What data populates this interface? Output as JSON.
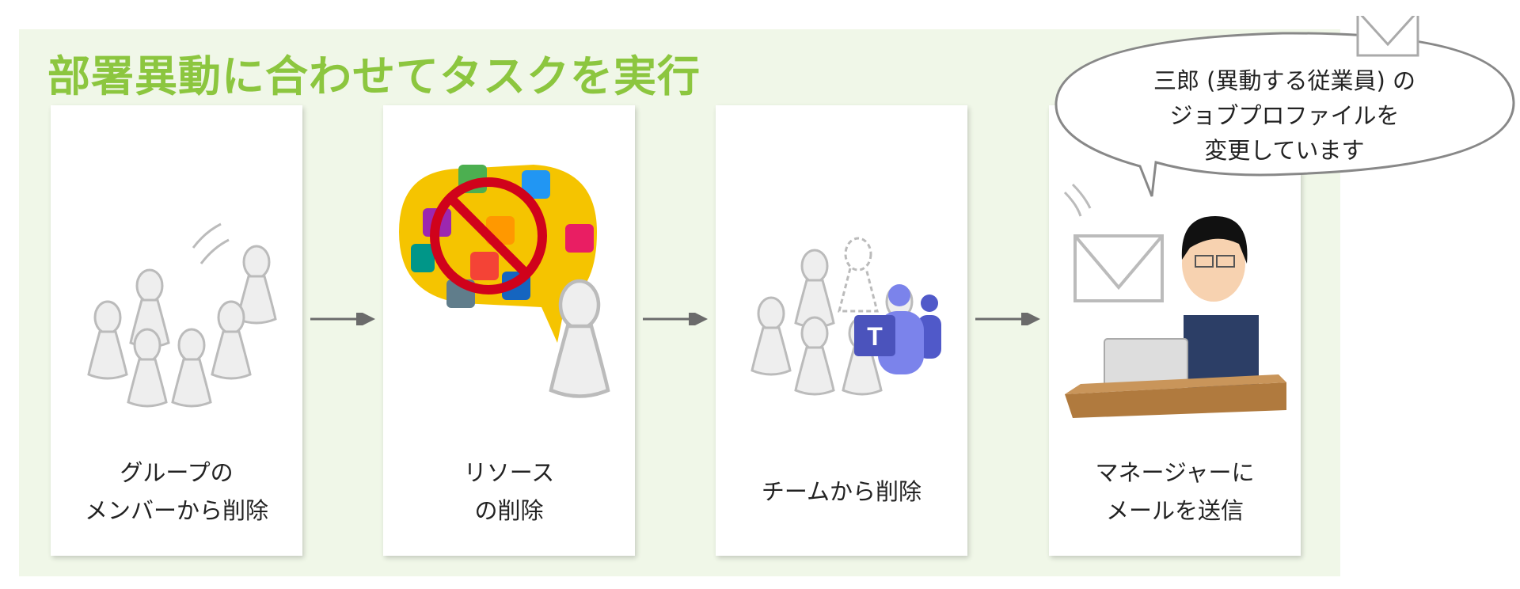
{
  "title": "部署異動に合わせてタスクを実行",
  "steps": [
    {
      "line1": "グループの",
      "line2": "メンバーから削除",
      "icon": "group-people-icon"
    },
    {
      "line1": "リソース",
      "line2": "の削除",
      "icon": "no-apps-icon"
    },
    {
      "line1": "チームから削除",
      "line2": "",
      "icon": "teams-icon"
    },
    {
      "line1": "マネージャーに",
      "line2": "メールを送信",
      "icon": "manager-email-icon"
    }
  ],
  "bubble": {
    "line1": "三郎 (異動する従業員) の",
    "line2": "ジョブプロファイルを",
    "line3": "変更しています"
  },
  "colors": {
    "title": "#8cc63f",
    "panel": "#f0f7e8",
    "arrow": "#6b6b6b",
    "teams": "#5059c9"
  }
}
